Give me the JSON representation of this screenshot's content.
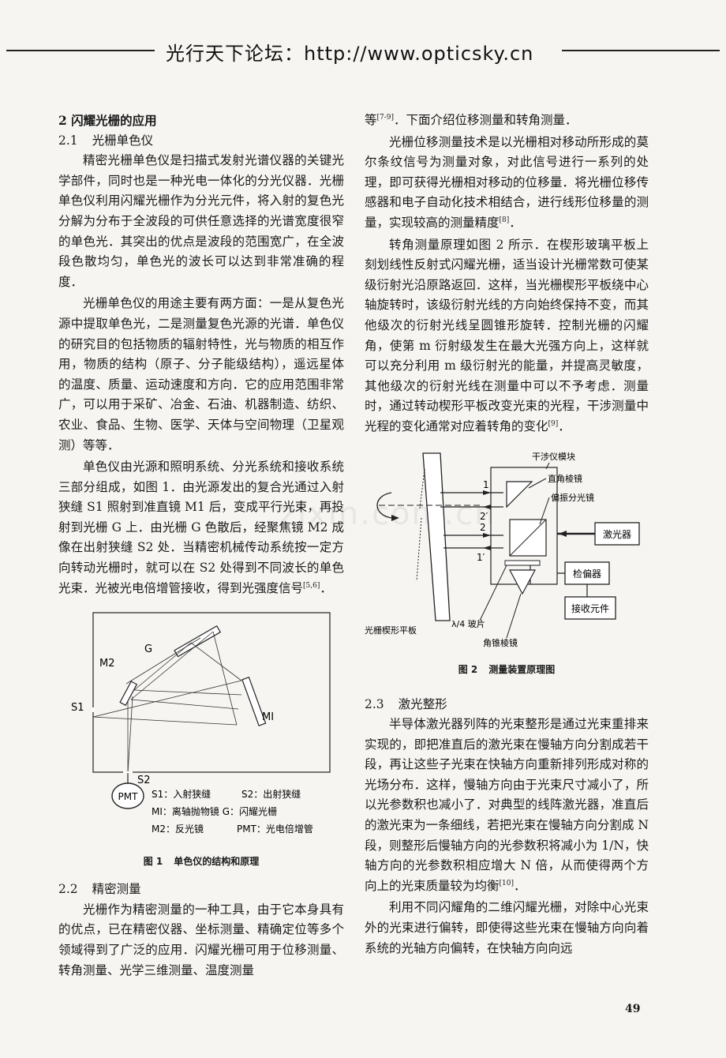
{
  "header": {
    "banner": "光行天下论坛：http://www.opticsky.cn"
  },
  "watermark": "zixin.com.cn",
  "sec2": {
    "title": "2   闪耀光栅的应用"
  },
  "sec21": {
    "num": "2.1",
    "title": "光栅单色仪"
  },
  "left_paras": [
    "精密光栅单色仪是扫描式发射光谱仪器的关键光学部件，同时也是一种光电一体化的分光仪器．光栅单色仪利用闪耀光栅作为分光元件，将入射的复色光分解为分布于全波段的可供任意选择的光谱宽度很窄的单色光．其突出的优点是波段的范围宽广，在全波段色散均匀，单色光的波长可以达到非常准确的程度．",
    "光栅单色仪的用途主要有两方面：一是从复色光源中提取单色光，二是测量复色光源的光谱．单色仪的研究目的包括物质的辐射特性，光与物质的相互作用，物质的结构（原子、分子能级结构），遥远星体的温度、质量、运动速度和方向．它的应用范围非常广，可以用于采矿、冶金、石油、机器制造、纺织、农业、食品、生物、医学、天体与空间物理（卫星观测）等等．",
    "单色仪由光源和照明系统、分光系统和接收系统三部分组成，如图 1．由光源发出的复合光通过入射狭缝 S1 照射到准直镜 M1 后，变成平行光束，再投射到光栅 G 上．由光栅 G 色散后，经聚焦镜 M2 成像在出射狭缝 S2 处．当精密机械传动系统按一定方向转动光栅时，就可以在 S2 处得到不同波长的单色光束．光被光电倍增管接收，得到光强度信号"
  ],
  "left_para3_ref": "[5,6]",
  "left_para3_end": "．",
  "fig1": {
    "labels": {
      "G": "G",
      "M2": "M2",
      "S1": "S1",
      "M1": "MI",
      "S2": "S2",
      "PMT": "PMT"
    },
    "legend": [
      "S1：入射狭缝",
      "S2：出射狭缝",
      "MI：离轴抛物镜 G：闪耀光栅",
      "M2：反光镜",
      "PMT：光电倍增管"
    ],
    "caption_num": "图 1",
    "caption": "单色仪的结构和原理"
  },
  "sec22": {
    "num": "2.2",
    "title": "精密测量"
  },
  "left_para4": "光栅作为精密测量的一种工具，由于它本身具有的优点，已在精密仪器、坐标测量、精确定位等多个领域得到了广泛的应用．闪耀光栅可用于位移测量、转角测量、光学三维测量、温度测量",
  "right_p0": {
    "pre": "等",
    "ref": "[7-9]",
    "post": "．下面介绍位移测量和转角测量．"
  },
  "right_p1": {
    "text": "光栅位移测量技术是以光栅相对移动所形成的莫尔条纹信号为测量对象，对此信号进行一系列的处理，即可获得光栅相对移动的位移量．将光栅位移传感器和电子自动化技术相结合，进行线形位移量的测量，实现较高的测量精度",
    "ref": "[8]",
    "end": "．"
  },
  "right_p2": {
    "text": "转角测量原理如图 2 所示．在楔形玻璃平板上刻划线性反射式闪耀光栅，适当设计光栅常数可使某级衍射光沿原路返回．这样，当光栅楔形平板绕中心轴旋转时，该级衍射光线的方向始终保持不变，而其他级次的衍射光线呈圆锥形旋转．控制光栅的闪耀角，使第 m 衍射级发生在最大光强方向上，这样就可以充分利用 m 级衍射光的能量，并提高灵敏度，其他级次的衍射光线在测量中可以不予考虑．测量时，通过转动楔形平板改变光束的光程，干涉测量中光程的变化通常对应着转角的变化",
    "ref": "[9]",
    "end": "．"
  },
  "fig2": {
    "labels": {
      "module": "干涉仪模块",
      "prism": "直角棱镜",
      "splitter": "偏振分光镜",
      "laser": "激光器",
      "analyzer": "检偏器",
      "receiver": "接收元件",
      "plate": "光栅楔形平板",
      "qwp": "λ/4 玻片",
      "cone": "角锥棱镜",
      "b1": "1",
      "b2p": "2′",
      "b2": "2",
      "b1p": "1′"
    },
    "caption_num": "图 2",
    "caption": "测量装置原理图"
  },
  "sec23": {
    "num": "2.3",
    "title": "激光整形"
  },
  "right_p3": {
    "text": "半导体激光器列阵的光束整形是通过光束重排来实现的，即把准直后的激光束在慢轴方向分割成若干段，再让这些子光束在快轴方向重新排列形成对称的光场分布．这样，慢轴方向由于光束尺寸减小了，所以光参数积也减小了．对典型的线阵激光器，准直后的激光束为一条细线，若把光束在慢轴方向分割成 N 段，则整形后慢轴方向的光参数积将减小为 1/N，快轴方向的光参数积相应增大 N 倍，从而使得两个方向上的光束质量较为均衡",
    "ref": "[10]",
    "end": "．"
  },
  "right_p4": "利用不同闪耀角的二维闪耀光栅，对除中心光束外的光束进行偏转，即使得这些光束在慢轴方向向着系统的光轴方向偏转，在快轴方向向远",
  "page_number": "49"
}
